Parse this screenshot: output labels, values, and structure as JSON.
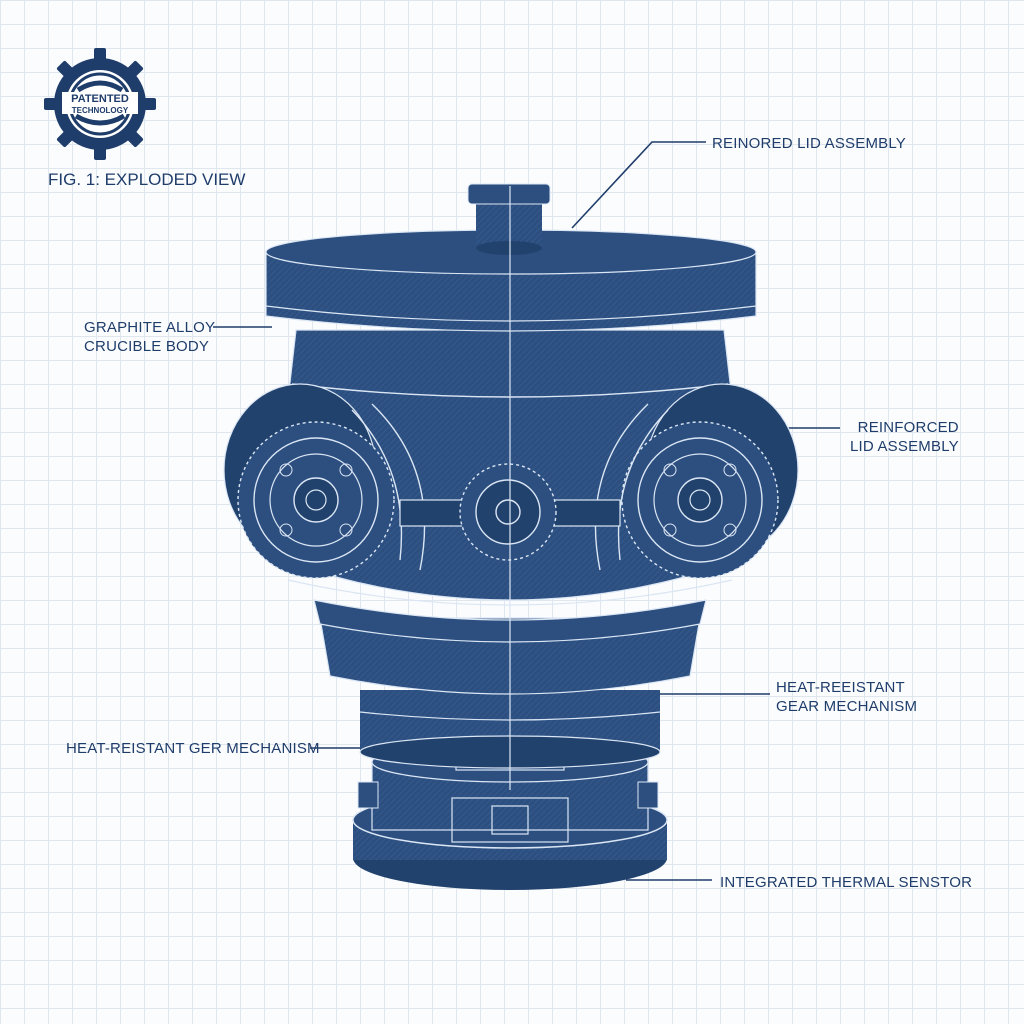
{
  "badge": {
    "line1": "PATENTED",
    "line2": "TECHNOLOGY",
    "icon": "gear-icon"
  },
  "figure_title": "FIG. 1: EXPLODED VIEW",
  "callouts": {
    "top_right": "REINORED LID ASSEMBLY",
    "left_body_1": "GRAPHITE ALLOY",
    "left_body_2": "CRUCIBLE BODY",
    "right_mid_1": "REINFORCED",
    "right_mid_2": "LID ASSEMBLY",
    "right_lower_1": "HEAT-REEISTANT",
    "right_lower_2": "GEAR MECHANISM",
    "left_lower": "HEAT-REISTANT GER MECHANISM",
    "bottom_right": "INTEGRATED THERMAL SENSTOR"
  },
  "colors": {
    "ink": "#1f3d6b",
    "body": "#2c4f80",
    "body_dark": "#22426e",
    "line": "#dbe6f4",
    "grid": "#dfe6ee"
  }
}
